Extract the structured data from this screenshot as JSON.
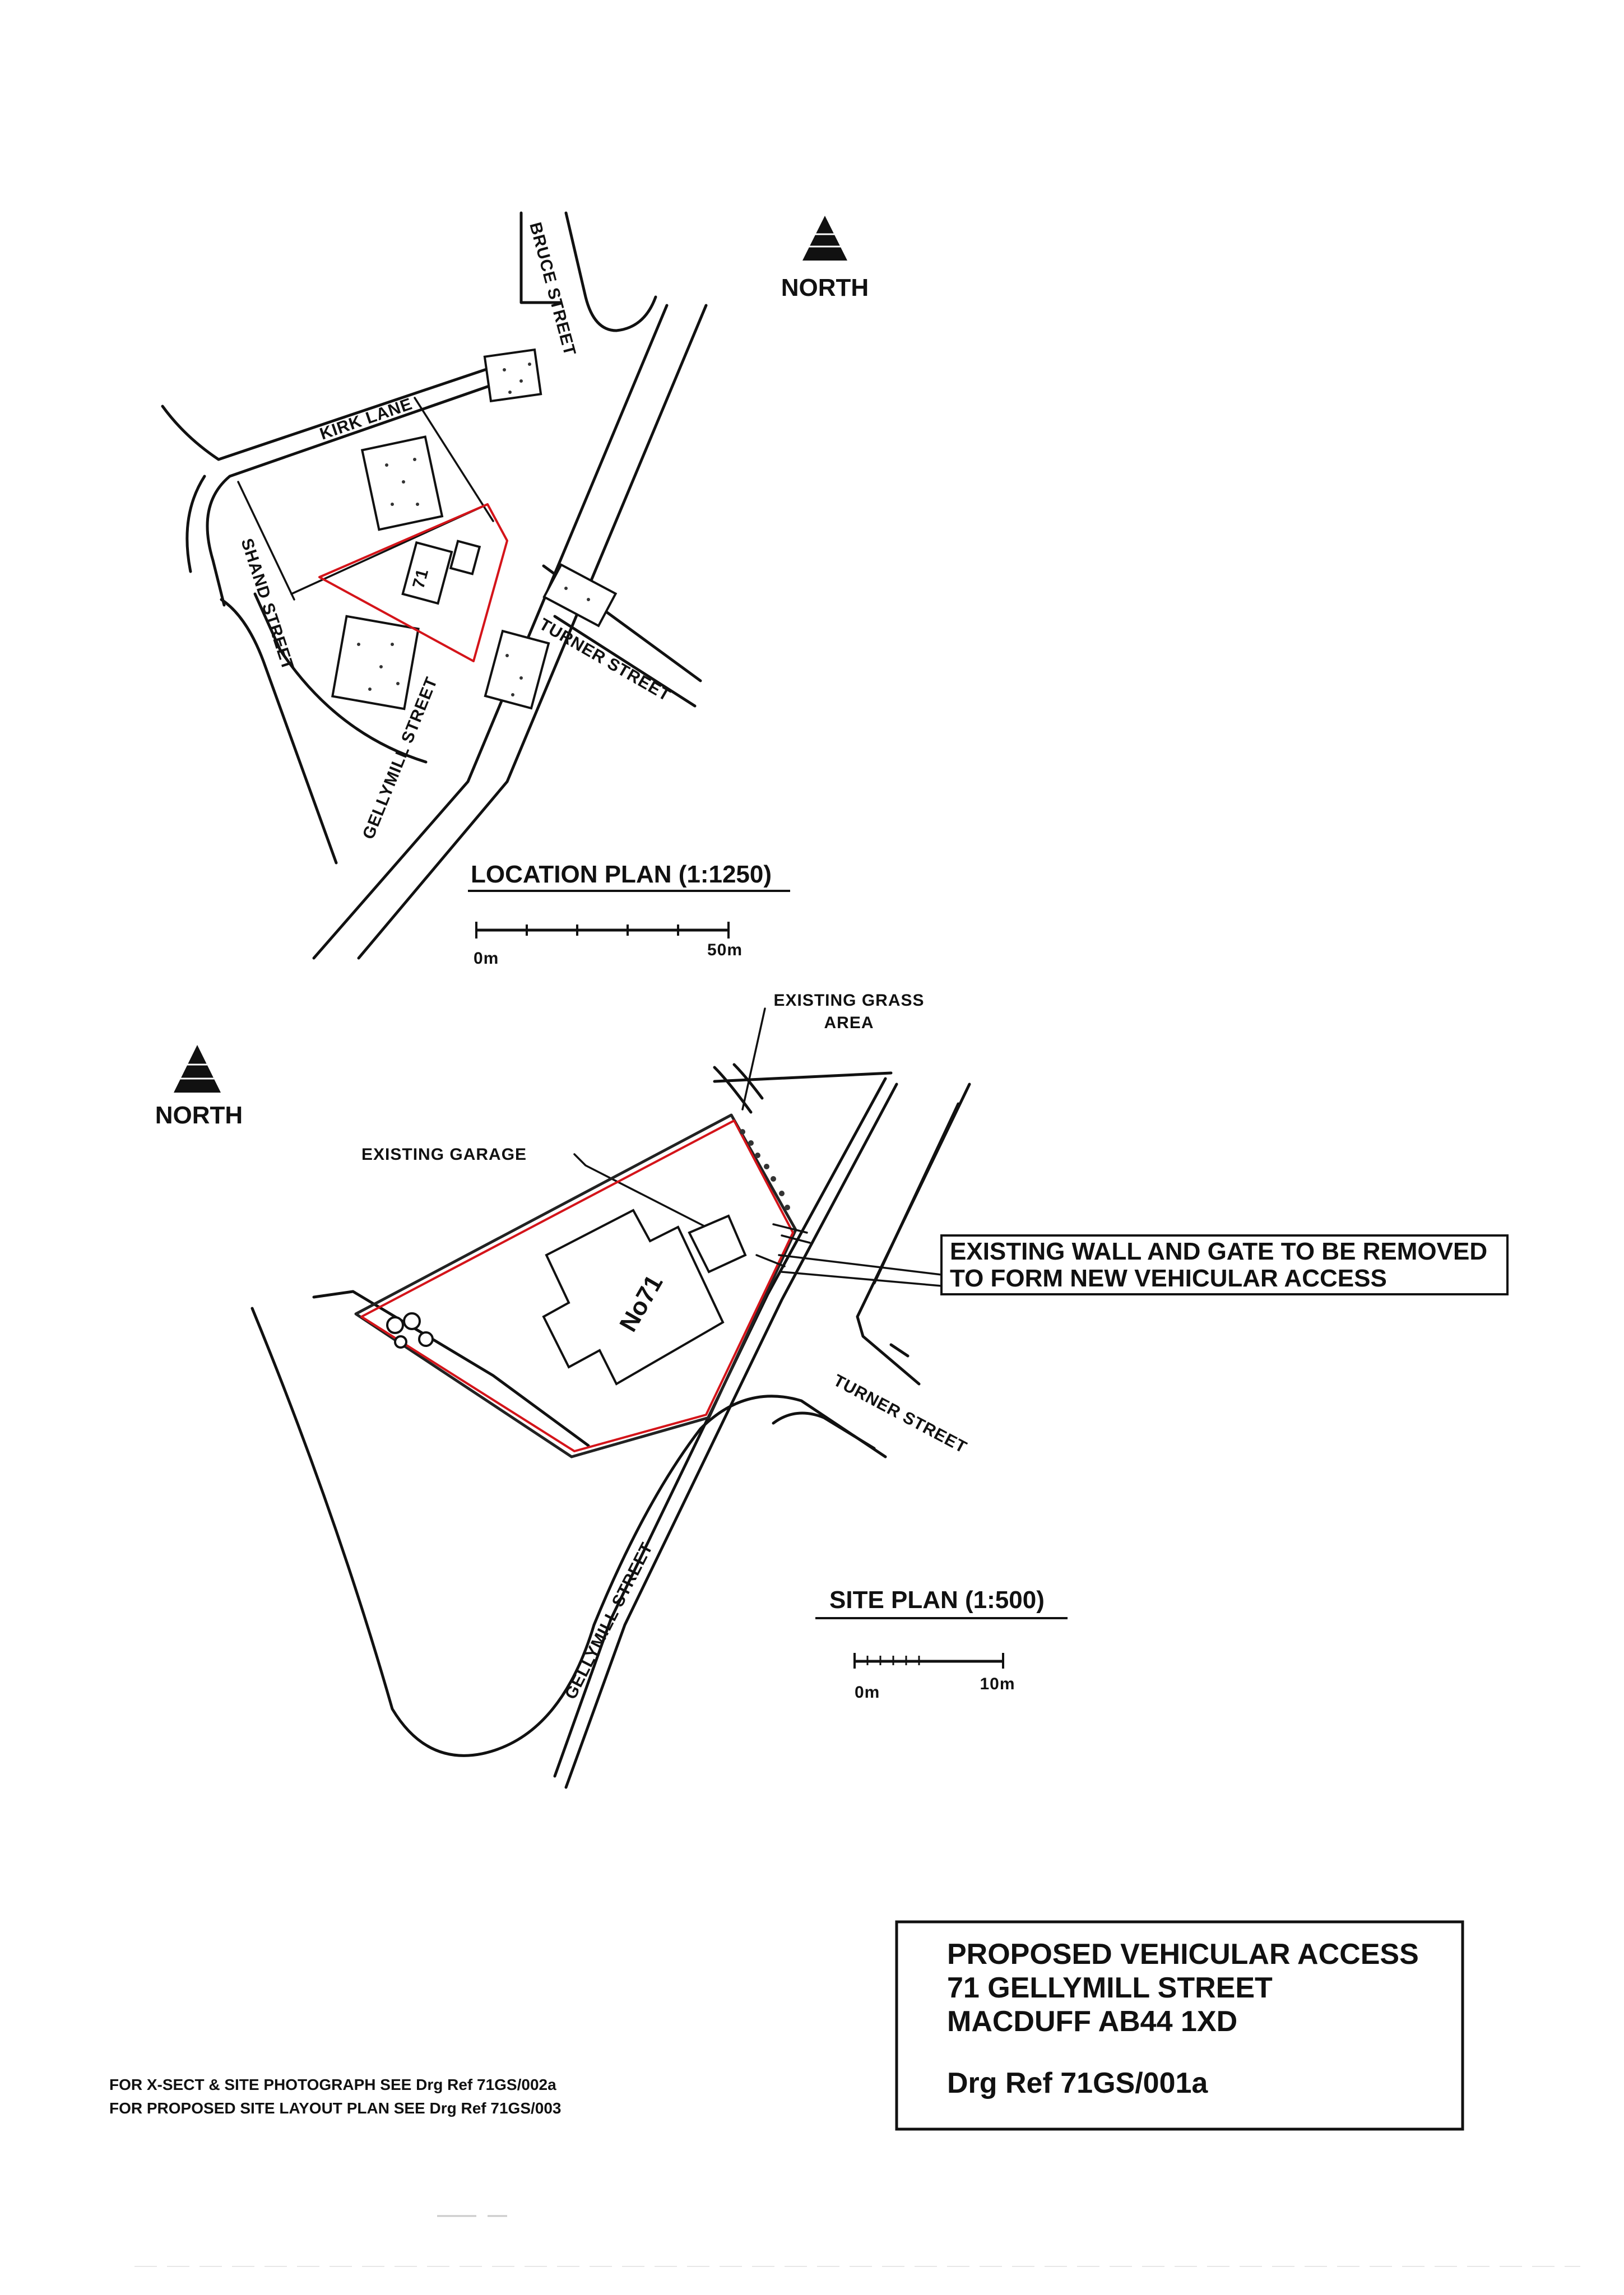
{
  "north_label": "NORTH",
  "location_plan": {
    "title": "LOCATION PLAN (1:1250)",
    "scale_start": "0m",
    "scale_end": "50m",
    "streets": {
      "bruce": "BRUCE STREET",
      "kirk": "KIRK LANE",
      "shand": "SHAND STREET",
      "turner": "TURNER STREET",
      "gellymill": "GELLYMILL STREET"
    },
    "house_number": "71"
  },
  "site_plan": {
    "title": "SITE PLAN (1:500)",
    "scale_start": "0m",
    "scale_end": "10m",
    "garage_label": "EXISTING GARAGE",
    "grass_label_line1": "EXISTING GRASS",
    "grass_label_line2": "AREA",
    "wall_label_line1": "EXISTING WALL AND GATE TO BE REMOVED",
    "wall_label_line2": "TO FORM NEW VEHICULAR ACCESS",
    "house_label": "No71",
    "streets": {
      "turner": "TURNER STREET",
      "gellymill": "GELLYMILL STREET"
    }
  },
  "notes": [
    "FOR X-SECT & SITE PHOTOGRAPH SEE Drg Ref 71GS/002a",
    "FOR PROPOSED SITE LAYOUT PLAN SEE Drg Ref 71GS/003"
  ],
  "title_block": {
    "line1": "PROPOSED VEHICULAR ACCESS",
    "line2": "71 GELLYMILL STREET",
    "line3": "MACDUFF AB44 1XD",
    "drg_ref": "Drg Ref 71GS/001a"
  },
  "colors": {
    "ink": "#111111",
    "site_boundary": "#d4141a",
    "paper": "#ffffff"
  }
}
